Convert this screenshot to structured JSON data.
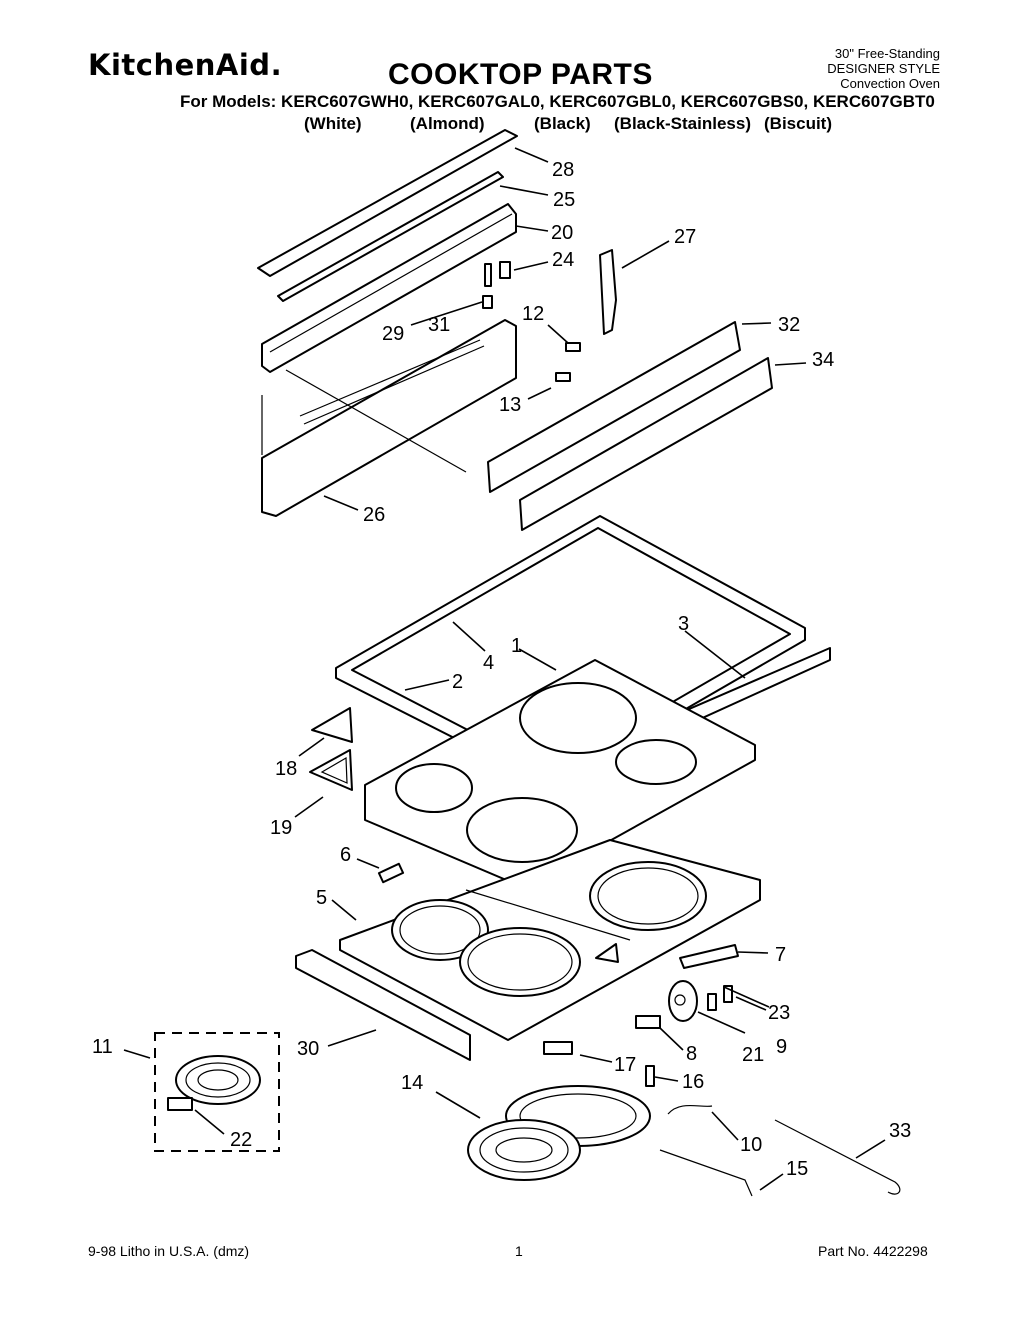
{
  "header": {
    "brand": "KitchenAid.",
    "title": "COOKTOP PARTS",
    "corner_lines": [
      "30\" Free-Standing",
      "DESIGNER STYLE",
      "Convection Oven"
    ],
    "models_line": "For Models: KERC607GWH0, KERC607GAL0, KERC607GBL0, KERC607GBS0, KERC607GBT0",
    "variants": [
      "(White)",
      "(Almond)",
      "(Black)",
      "(Black-Stainless)",
      "(Biscuit)"
    ]
  },
  "callouts": [
    "28",
    "25",
    "20",
    "27",
    "24",
    "12",
    "32",
    "34",
    "29",
    "31",
    "13",
    "26",
    "3",
    "1",
    "4",
    "2",
    "18",
    "19",
    "6",
    "5",
    "7",
    "23",
    "9",
    "21",
    "8",
    "11",
    "30",
    "17",
    "16",
    "14",
    "10",
    "33",
    "15",
    "22"
  ],
  "footer": {
    "left": "9-98 Litho in U.S.A. (dmz)",
    "page": "1",
    "part_no": "Part No. 4422298"
  },
  "colors": {
    "ink": "#000000",
    "paper": "#ffffff"
  }
}
